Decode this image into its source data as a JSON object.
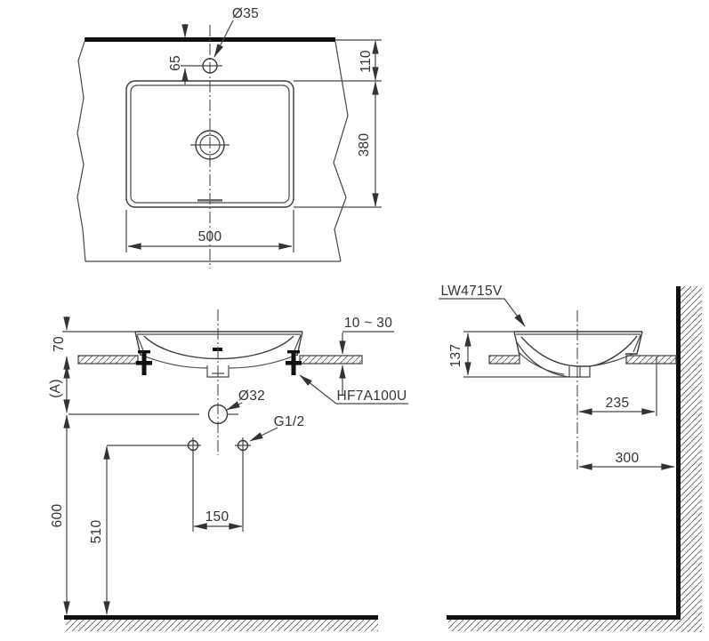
{
  "colors": {
    "line": "#474747",
    "heavy_line": "#101010",
    "text": "#333333",
    "background": "#ffffff"
  },
  "top_view": {
    "faucet_hole": "Ø35",
    "faucet_offset": "65",
    "wall_to_rim": "110",
    "rim_depth": "380",
    "rim_width": "500"
  },
  "front_view": {
    "rim_above_counter": "70",
    "counter_to_drain": "(A)",
    "counter_thickness": "10 ~ 30",
    "fixing_kit": "HF7A100U",
    "drain_outlet": "Ø32",
    "supply_thread": "G1/2",
    "supply_spacing": "150",
    "floor_to_supply": "510",
    "floor_to_drain": "600"
  },
  "side_view": {
    "model": "LW4715V",
    "basin_height": "137",
    "center_to_faucet": "235",
    "center_to_wall": "300"
  }
}
